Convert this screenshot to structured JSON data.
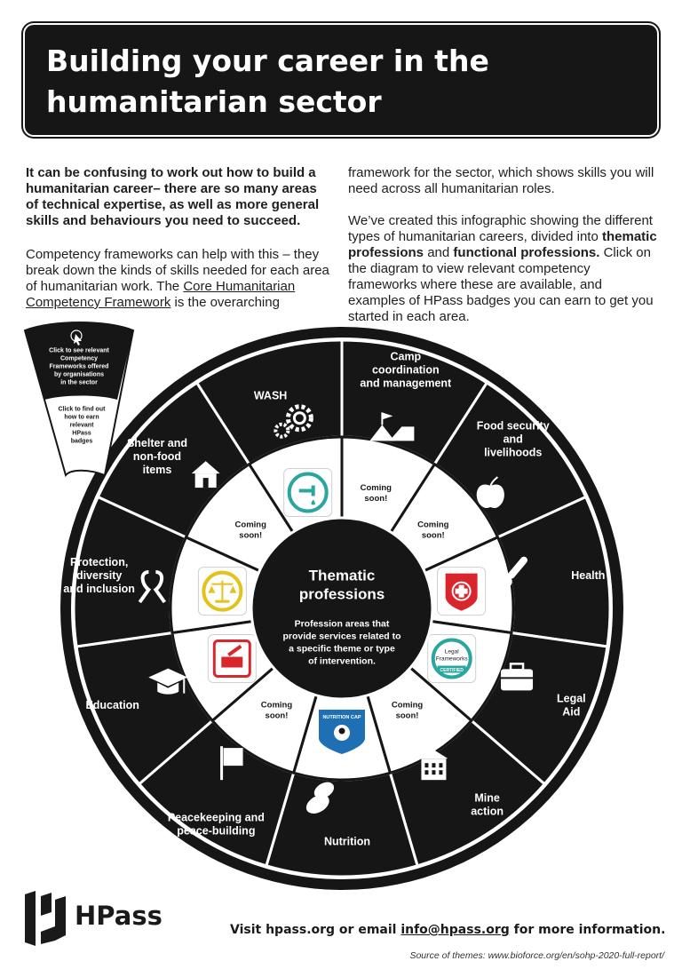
{
  "header": {
    "title": "Building your career in the humanitarian sector"
  },
  "intro": {
    "lead": "It can be confusing to work out how to build a humanitarian career– there are so many areas of technical expertise, as well as more general skills and behaviours you need to succeed.",
    "p2_before": "Competency frameworks can help with this – they break down the kinds of skills needed for each area of humanitarian work. The ",
    "p2_link": "Core Humanitarian Competency Framework",
    "p2_after": " is the overarching framework for the sector, which shows skills you will need across all humanitarian roles.",
    "p3_before": "We’ve created this infographic showing the different types of humanitarian careers, divided into ",
    "p3_bold1": "thematic professions",
    "p3_mid": " and ",
    "p3_bold2": "functional professions.",
    "p3_after": " Click on the diagram to view relevant competency frameworks where these are available, and examples of HPass badges you can earn to get you started in each area."
  },
  "legend": {
    "outer": "Click to see relevant Competency Frameworks offered by organisations in the sector",
    "inner": "Click to find out how to earn relevant HPass badges"
  },
  "center": {
    "title": "Thematic professions",
    "subtitle": "Profession areas that provide services related to a specific theme or type of intervention."
  },
  "sectors": [
    {
      "label": "Camp coordination and management",
      "icon": "tent-icon",
      "badge": "coming-soon"
    },
    {
      "label": "Food security and livelihoods",
      "icon": "apple-icon",
      "badge": "coming-soon"
    },
    {
      "label": "Health",
      "icon": "thermometer-icon",
      "badge": "health-badge"
    },
    {
      "label": "Legal Aid",
      "icon": "briefcase-icon",
      "badge": "legal-badge"
    },
    {
      "label": "Mine action",
      "icon": "building-icon",
      "badge": "coming-soon"
    },
    {
      "label": "Nutrition",
      "icon": "bread-icon",
      "badge": "nutrition-badge"
    },
    {
      "label": "Peacekeeping and peace-building",
      "icon": "flag-icon",
      "badge": "coming-soon"
    },
    {
      "label": "Education",
      "icon": "graduation-cap-icon",
      "badge": "education-badge"
    },
    {
      "label": "Protection, diversity and inclusion",
      "icon": "ribbon-icon",
      "badge": "protection-badge"
    },
    {
      "label": "Shelter and non-food items",
      "icon": "house-icon",
      "badge": "coming-soon"
    },
    {
      "label": "WASH",
      "icon": "gears-icon",
      "badge": "wash-badge"
    }
  ],
  "coming_soon": "Coming soon!",
  "badges": {
    "legal_line1": "Legal",
    "legal_line2": "Frameworks",
    "legal_ribbon": "CERTIFIED",
    "nutrition_text": "NUTRITION CAP"
  },
  "footer": {
    "brand": "HPass",
    "visit_before": "Visit hpass.org or email ",
    "email": "info@hpass.org",
    "visit_after": " for more information.",
    "source": "Source of themes: www.bioforce.org/en/sohp-2020-full-report/"
  },
  "colors": {
    "ink": "#161616",
    "badge_red": "#d9262c",
    "badge_blue": "#1f6fb5",
    "badge_teal": "#2aa6a1",
    "badge_yellow": "#e4c21c"
  }
}
